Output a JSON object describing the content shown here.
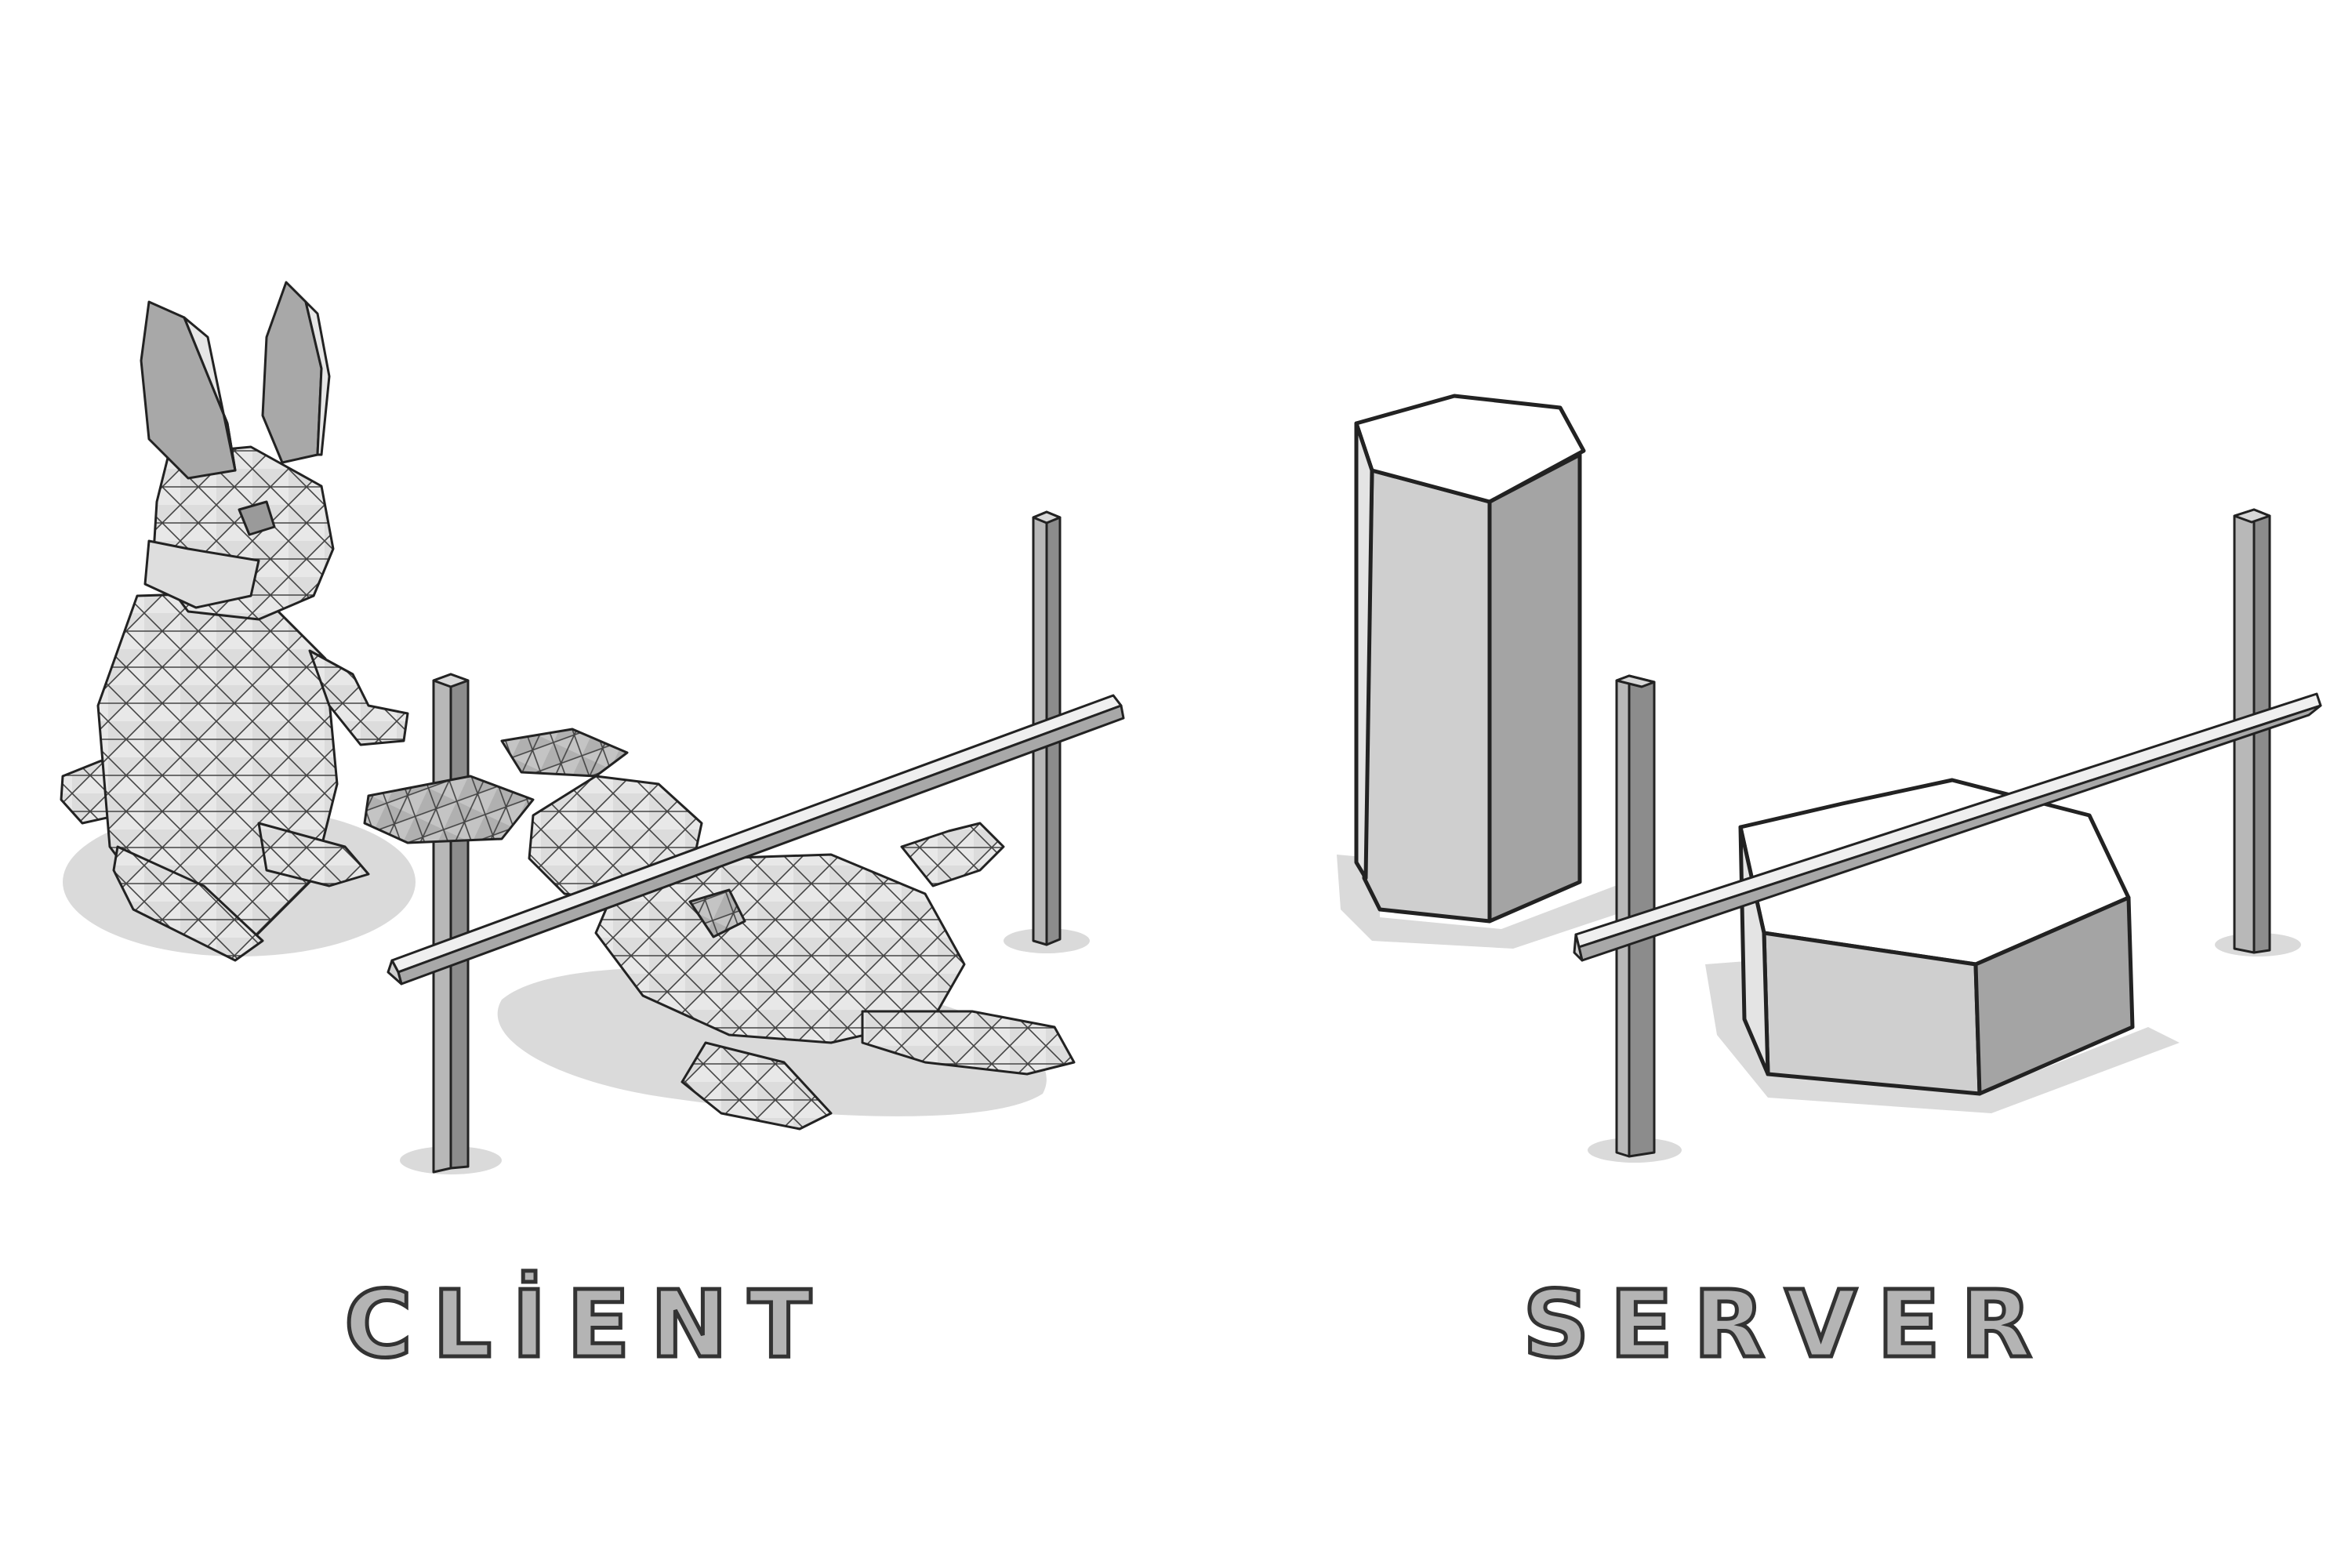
{
  "client": {
    "caption": "CLİENT",
    "objects": [
      "standing-rabbit",
      "fallen-rabbit",
      "fence-post-left",
      "fence-post-right",
      "fence-rail"
    ]
  },
  "server": {
    "caption": "SERVER",
    "objects": [
      "hexagonal-prism-standing",
      "hexagonal-prism-lying",
      "fence-post-left",
      "fence-post-right",
      "fence-rail"
    ]
  },
  "colors": {
    "background": "#ffffff",
    "outline": "#222222",
    "light": "#e4e4e4",
    "mid": "#c8c8c8",
    "dark": "#9a9a9a",
    "shadow": "#dadada"
  }
}
